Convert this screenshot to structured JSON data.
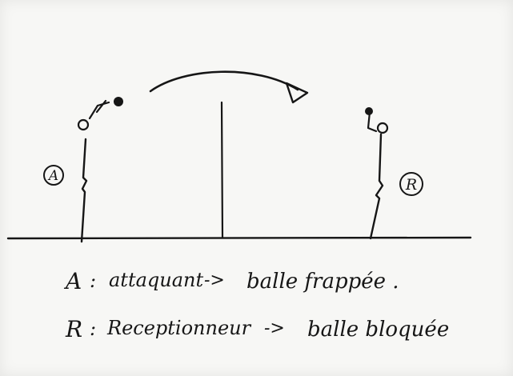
{
  "players": {
    "attacker": {
      "letter": "A"
    },
    "receiver": {
      "letter": "R"
    }
  },
  "legend": [
    {
      "letter": "A",
      "separator": ":",
      "role": "attaquant",
      "arrow": "->",
      "result": "balle frappée ."
    },
    {
      "letter": "R",
      "separator": ":",
      "role": "Receptionneur",
      "arrow": "->",
      "result": "balle bloquée"
    }
  ],
  "colors": {
    "ink": "#161616",
    "paper": "#f7f7f5"
  }
}
